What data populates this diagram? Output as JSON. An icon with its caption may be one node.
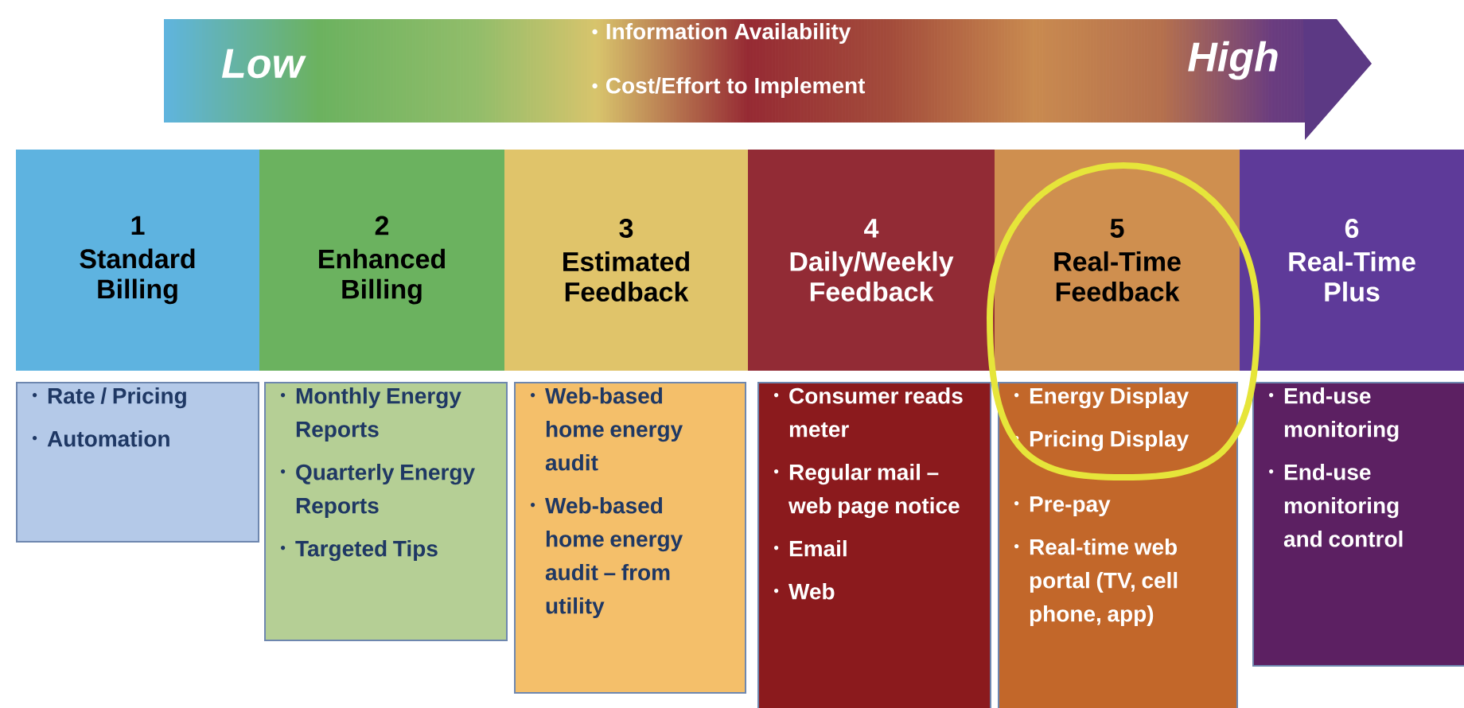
{
  "diagram": {
    "nodes": [
      {
        "text": [
          "Low",
          "Information Availability",
          "Cost/Effort to Implement",
          "High"
        ]
      },
      {
        "text": [
          "1",
          "Standard Billing"
        ]
      },
      {
        "text": [
          "2",
          "Enhanced Billing"
        ]
      },
      {
        "text": [
          "3",
          "Estimated Feedback"
        ]
      },
      {
        "text": [
          "4",
          "Daily/Weekly Feedback"
        ]
      },
      {
        "text": [
          "5",
          "Real-Time Feedback"
        ]
      },
      {
        "text": [
          "6",
          "Real-Time Plus"
        ]
      },
      {
        "text": [
          "Rate / Pricing",
          "Automation"
        ]
      },
      {
        "text": [
          "Monthly Energy Reports",
          "Quarterly Energy Reports",
          "Targeted Tips"
        ]
      },
      {
        "text": [
          "Web-based home energy audit",
          "Web-based home energy audit – from utility"
        ]
      },
      {
        "text": [
          "Consumer reads meter",
          "Regular mail – web page notice",
          "Email",
          "Web"
        ]
      },
      {
        "text": [
          "Energy Display",
          "Pricing Display",
          "Pre-pay",
          "Real-time web portal (TV, cell phone, app)"
        ]
      },
      {
        "text": [
          "End-use monitoring",
          "End-use monitoring and control"
        ]
      }
    ]
  }
}
